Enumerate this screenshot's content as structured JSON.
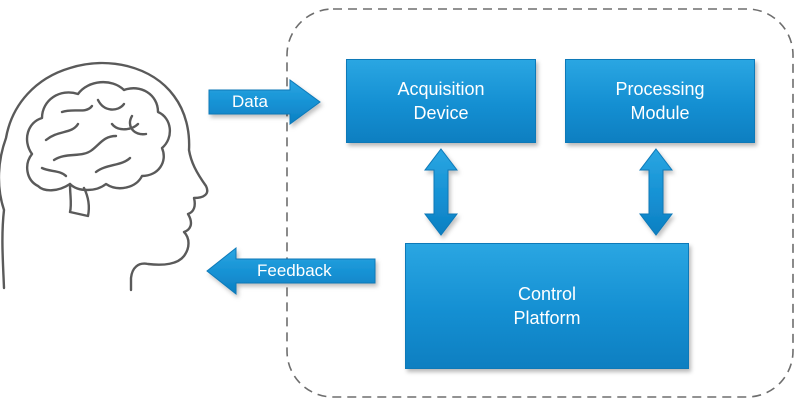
{
  "diagram": {
    "boxes": {
      "acquisition": "Acquisition\nDevice",
      "processing": "Processing\nModule",
      "control": "Control\nPlatform"
    },
    "arrows": {
      "data": "Data",
      "feedback": "Feedback"
    },
    "colors": {
      "box_fill": "#1a96d6",
      "box_border": "#0d79b8",
      "text": "#ffffff",
      "outline": "#595959",
      "dashed_border": "#6e6e6e"
    }
  }
}
